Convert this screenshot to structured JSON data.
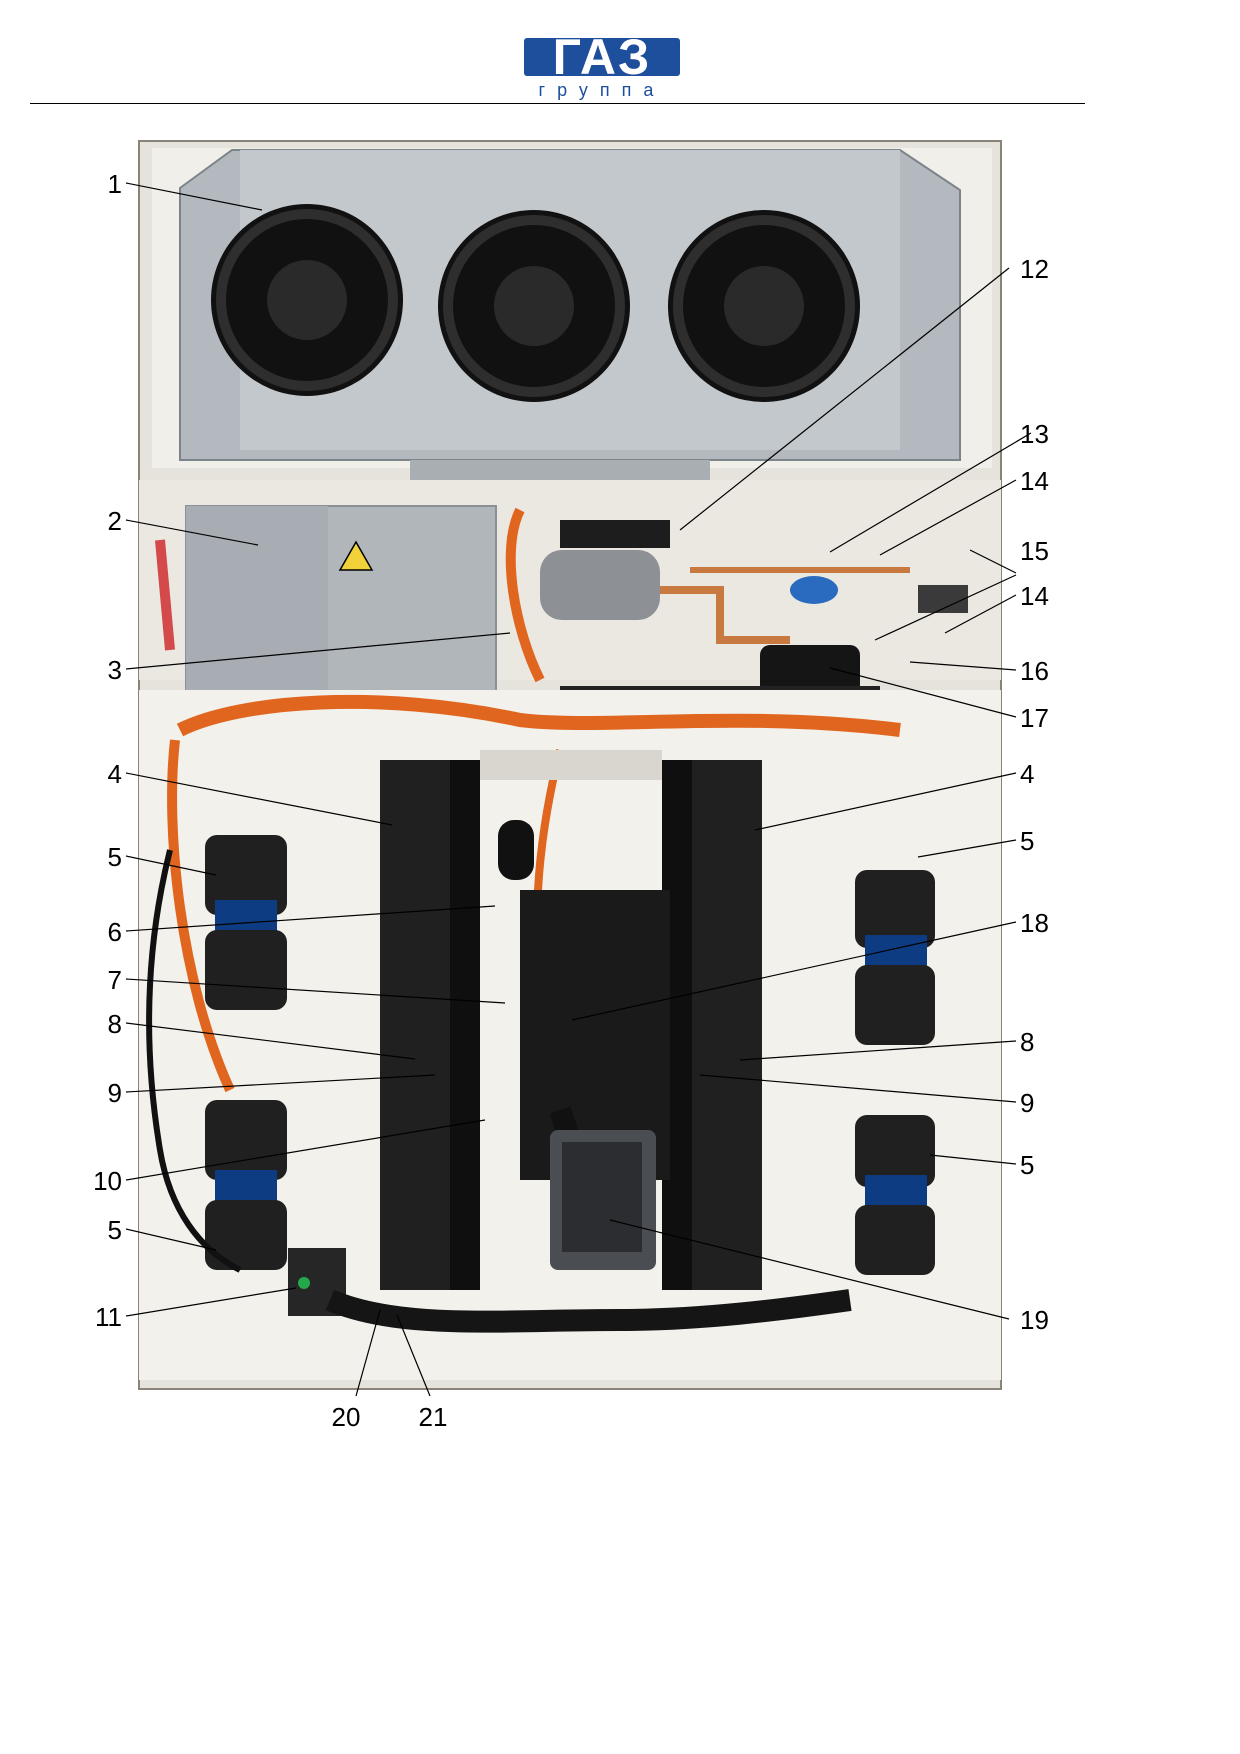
{
  "header": {
    "logo_word": "ГАЗ",
    "logo_sub": "группа"
  },
  "figure": {
    "callouts": [
      "1",
      "2",
      "3",
      "4",
      "4",
      "5",
      "5",
      "5",
      "5",
      "6",
      "7",
      "8",
      "8",
      "9",
      "9",
      "10",
      "11",
      "12",
      "13",
      "14",
      "14",
      "15",
      "16",
      "17",
      "18",
      "19",
      "20",
      "21"
    ]
  },
  "colors": {
    "brand_blue": "#1d4f9c",
    "photo_bg": "#e6e3dc",
    "metal": "#b9bec3",
    "wire_orange": "#e0661f",
    "foam_black": "#1c1c1c",
    "copper": "#c8793f"
  }
}
